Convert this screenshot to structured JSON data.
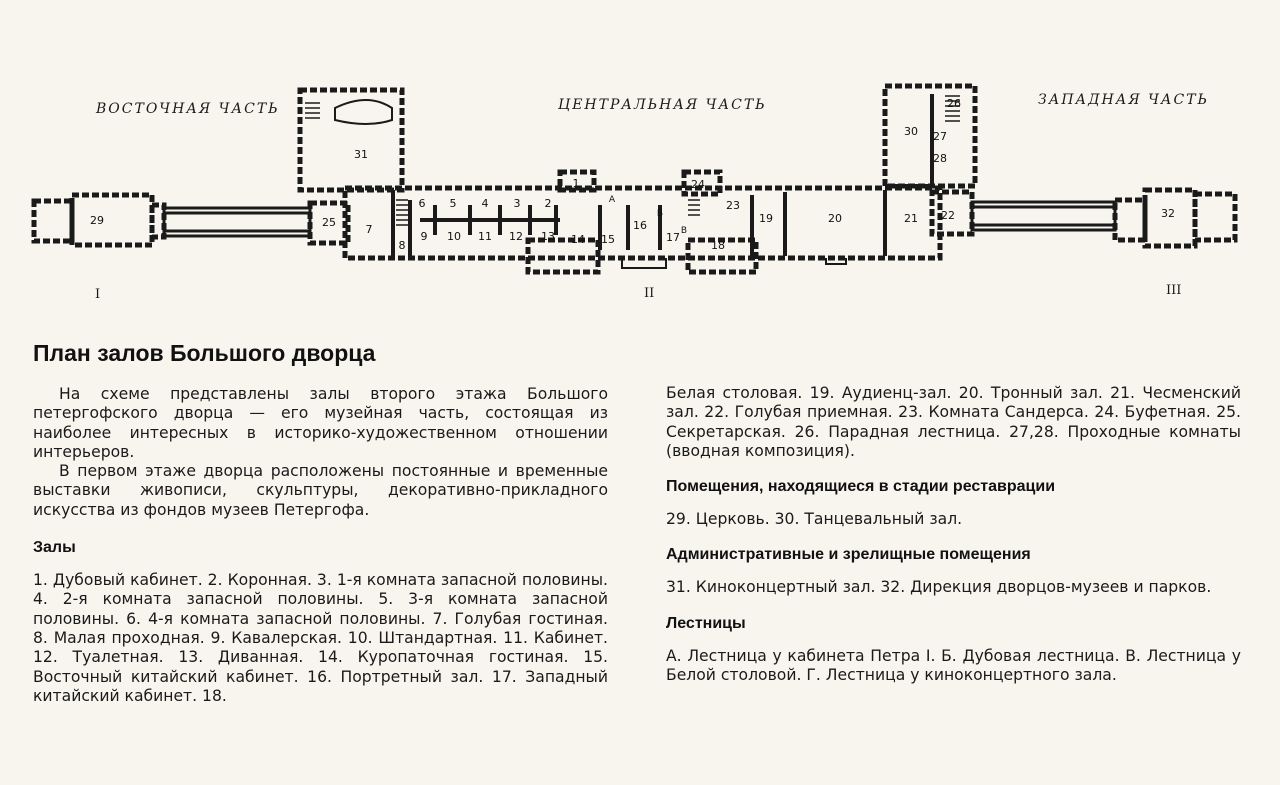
{
  "plan": {
    "wing_labels": {
      "east": "ВОСТОЧНАЯ ЧАСТЬ",
      "central": "ЦЕНТРАЛЬНАЯ ЧАСТЬ",
      "west": "ЗАПАДНАЯ ЧАСТЬ"
    },
    "section_numbers": {
      "east": "I",
      "central": "II",
      "west": "III"
    },
    "room_numbers": [
      "1",
      "2",
      "3",
      "4",
      "5",
      "6",
      "7",
      "8",
      "9",
      "10",
      "11",
      "12",
      "13",
      "14",
      "15",
      "16",
      "17",
      "18",
      "19",
      "20",
      "21",
      "22",
      "23",
      "24",
      "25",
      "26",
      "27",
      "28",
      "29",
      "30",
      "31",
      "32"
    ],
    "stair_letters": [
      "А",
      "Б",
      "В"
    ],
    "colors": {
      "ink": "#1a1a1a",
      "paper": "#f7f5ee"
    }
  },
  "heading": "План залов Большого дворца",
  "intro": {
    "p1": "На схеме представлены залы второго этажа Большого петергофского дворца — его музейная часть, состоящая из наиболее интересных в историко-художественном отношении интерьеров.",
    "p2": "В первом этаже дворца расположены постоянные и временные выставки живописи, скульптуры, декоративно-прикладного искусства из фондов музеев Петергофа."
  },
  "halls": {
    "heading": "Залы",
    "text": "1. Дубовый кабинет. 2. Коронная. 3. 1-я комната запасной половины. 4. 2-я комната запасной половины. 5. 3-я комната запасной половины. 6. 4-я комната запасной половины. 7. Голубая гостиная. 8. Малая проходная. 9. Кавалерская. 10. Штандартная. 11. Кабинет. 12. Туалетная. 13. Диванная. 14. Куропаточная гостиная. 15. Восточный китайский кабинет. 16. Портретный зал. 17. Западный китайский кабинет. 18.",
    "continuation": "Белая столовая. 19. Аудиенц-зал. 20. Тронный зал. 21. Чесменский зал. 22. Голубая приемная. 23. Комната Сандерса. 24. Буфетная. 25. Секретарская. 26. Парадная лестница. 27,28. Проходные комнаты (вводная композиция)."
  },
  "restoration": {
    "heading": "Помещения, находящиеся в стадии реставрации",
    "text": "29. Церковь. 30. Танцевальный зал."
  },
  "admin": {
    "heading": "Административные и зрелищные помещения",
    "text": "31. Киноконцертный зал. 32. Дирекция дворцов-музеев и парков."
  },
  "stairs": {
    "heading": "Лестницы",
    "text": "А. Лестница у кабинета Петра I. Б. Дубовая лестница. В. Лестница у Белой столовой. Г. Лестница у киноконцертного зала."
  }
}
